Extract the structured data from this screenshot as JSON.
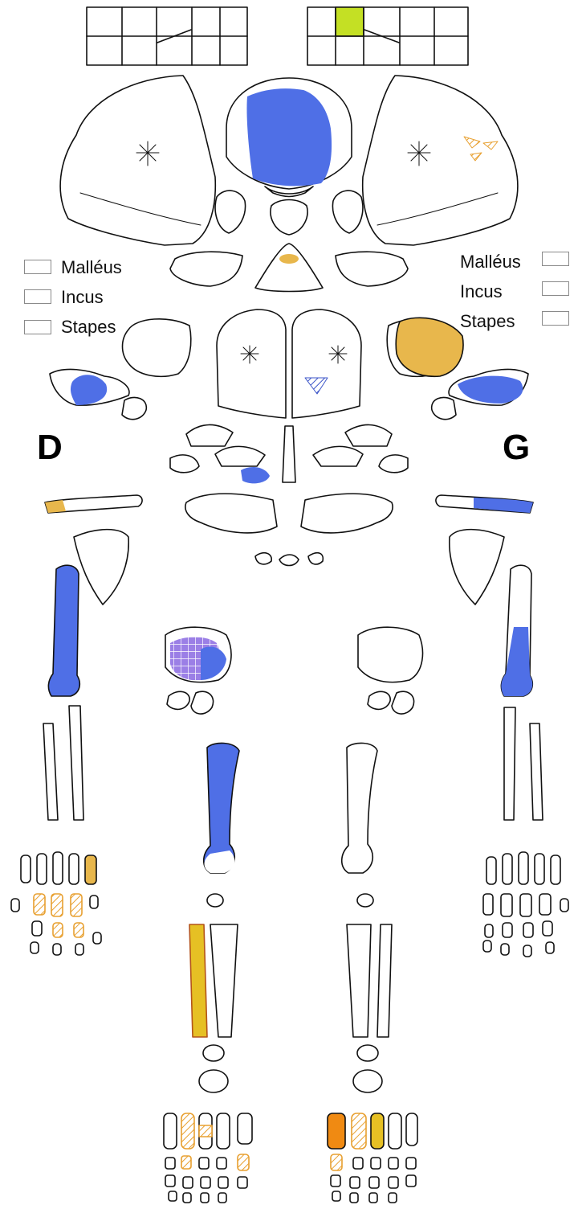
{
  "side_labels": {
    "right": "D",
    "left": "G"
  },
  "ossicles": {
    "right": [
      "Malléus",
      "Incus",
      "Stapes"
    ],
    "left": [
      "Malléus",
      "Incus",
      "Stapes"
    ]
  },
  "legend_colors": {
    "outline": "#111111",
    "present_blue": "#4f6fe6",
    "present_tan": "#e8b74c",
    "present_yellow": "#e6c024",
    "present_orange": "#f08a12",
    "hatched": "#e8a030",
    "grid_purple": "#9b7fe6",
    "highlight_green": "#c4e024"
  }
}
